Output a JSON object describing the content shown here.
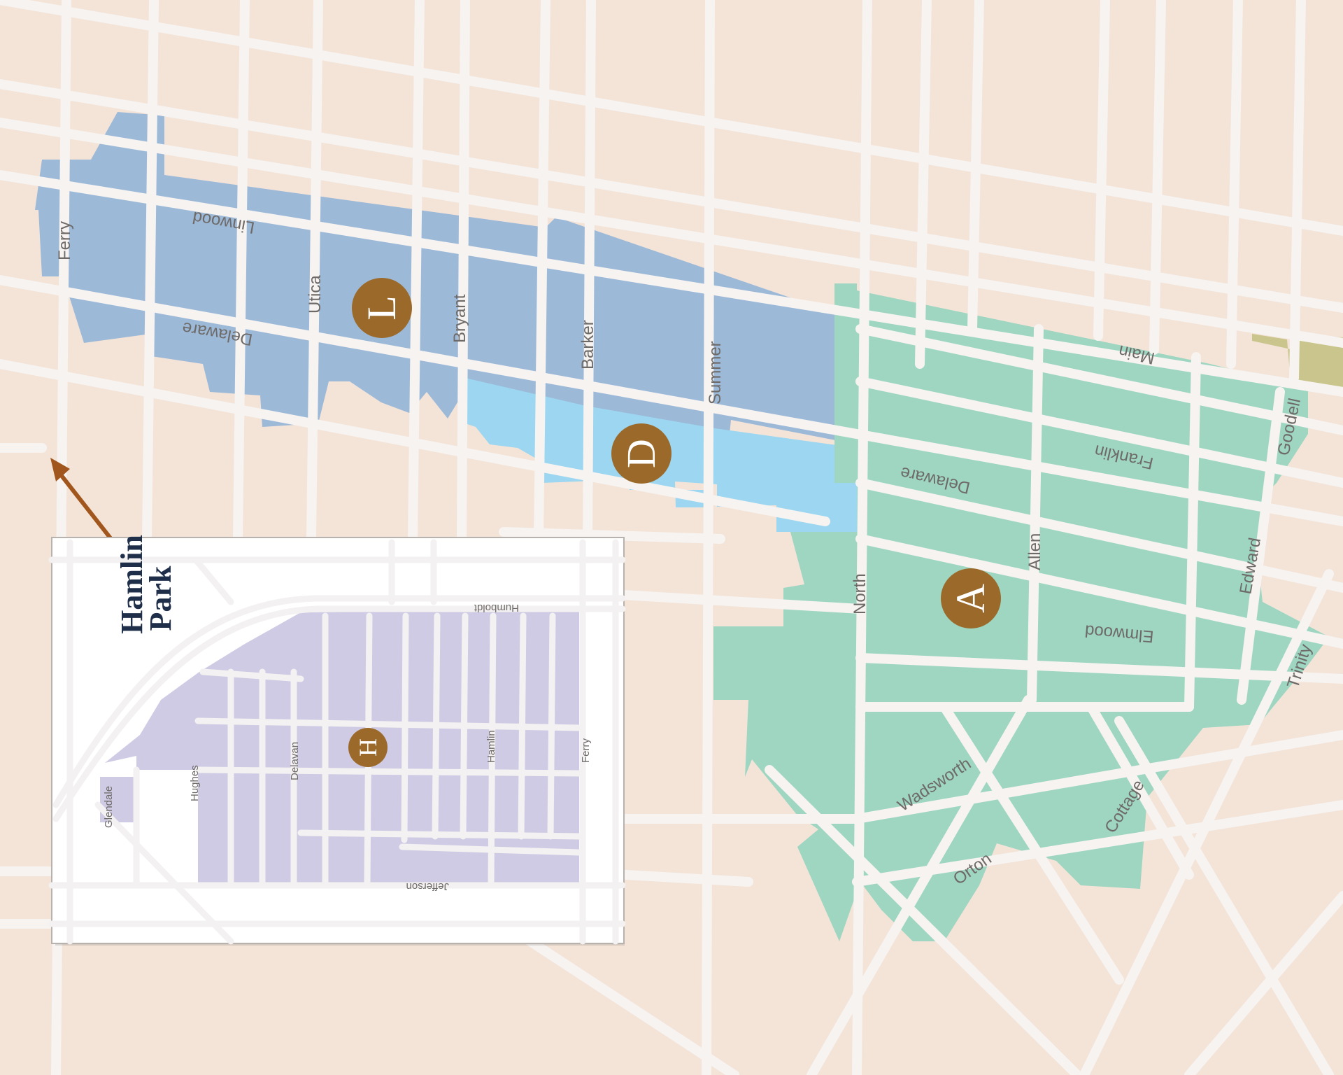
{
  "colors": {
    "background": "#f4e4d8",
    "street": "#f6f3f1",
    "district_l": "#9db9d8",
    "district_d": "#9cd6f0",
    "district_a": "#9ed6c2",
    "district_h": "#cfcbe4",
    "park": "#c9c58c",
    "marker": "#9b6a2a",
    "arrow": "#a0561c",
    "inset_title": "#1f2f4a"
  },
  "markers": {
    "l": "L",
    "d": "D",
    "a": "A",
    "h": "H"
  },
  "streets": {
    "ferry": "Ferry",
    "linwood": "Linwood",
    "delaware_west": "Delaware",
    "utica": "Utica",
    "bryant": "Bryant",
    "barker": "Barker",
    "summer": "Summer",
    "main": "Main",
    "franklin": "Franklin",
    "delaware_east": "Delaware",
    "goodell": "Goodell",
    "allen": "Allen",
    "edward": "Edward",
    "north": "North",
    "elmwood": "Elmwood",
    "trinity": "Trinity",
    "wadsworth": "Wadsworth",
    "cottage": "Cottage",
    "orton": "Orton"
  },
  "inset": {
    "title_line1": "Hamlin",
    "title_line2": "Park",
    "streets": {
      "humboldt": "Humboldt",
      "glendale": "Glendale",
      "hughes": "Hughes",
      "delavan": "Delavan",
      "hamlin": "Hamlin",
      "ferry": "Ferry",
      "jefferson": "Jefferson"
    }
  }
}
